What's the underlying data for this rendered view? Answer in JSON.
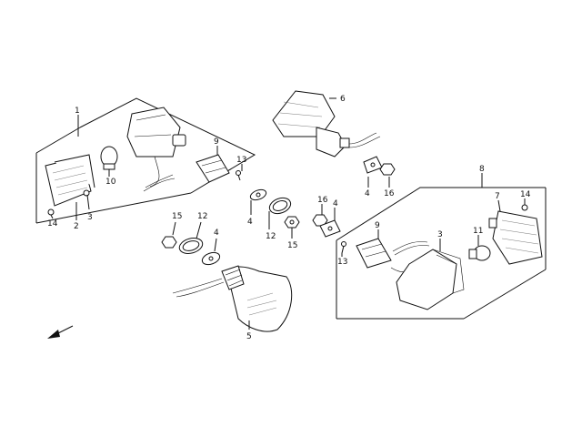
{
  "callouts": {
    "c1": "1",
    "c2": "2",
    "c3": "3",
    "c3b": "3",
    "c4a": "4",
    "c4b": "4",
    "c4c": "4",
    "c4d": "4",
    "c5": "5",
    "c6": "6",
    "c7": "7",
    "c8": "8",
    "c9a": "9",
    "c9b": "9",
    "c10": "10",
    "c11": "11",
    "c12a": "12",
    "c12b": "12",
    "c13a": "13",
    "c13b": "13",
    "c14a": "14",
    "c14b": "14",
    "c15a": "15",
    "c15b": "15",
    "c16a": "16",
    "c16b": "16"
  },
  "colors": {
    "line": "#111111",
    "background": "#ffffff"
  },
  "icons": {
    "direction": "front-direction-arrow-icon"
  }
}
